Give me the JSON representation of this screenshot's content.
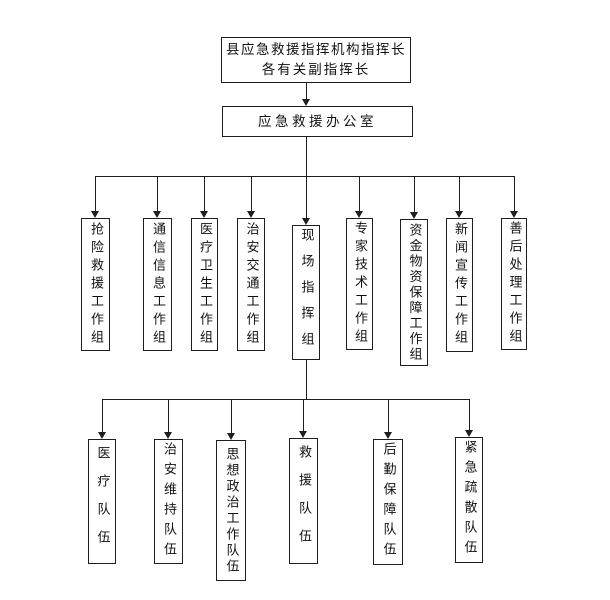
{
  "colors": {
    "line": "#1e1e1e",
    "background": "#ffffff"
  },
  "top_box": {
    "line1": "县应急救援指挥机构指挥长",
    "line2": "各有关副指挥长"
  },
  "office_box": {
    "label": "应急救援办公室"
  },
  "workgroups": [
    {
      "label": "抢险救援工作组"
    },
    {
      "label": "通信信息工作组"
    },
    {
      "label": "医疗卫生工作组"
    },
    {
      "label": "治安交通工作组"
    },
    {
      "label": "现场指挥组"
    },
    {
      "label": "专家技术工作组"
    },
    {
      "label": "资金物资保障工作组"
    },
    {
      "label": "新闻宣传工作组"
    },
    {
      "label": "善后处理工作组"
    }
  ],
  "teams": [
    {
      "label": "医疗队伍"
    },
    {
      "label": "治安维持队伍"
    },
    {
      "label": "思想政治工作队伍"
    },
    {
      "label": "救援队伍"
    },
    {
      "label": "后勤保障队伍"
    },
    {
      "label": "紧急疏散队伍"
    }
  ]
}
